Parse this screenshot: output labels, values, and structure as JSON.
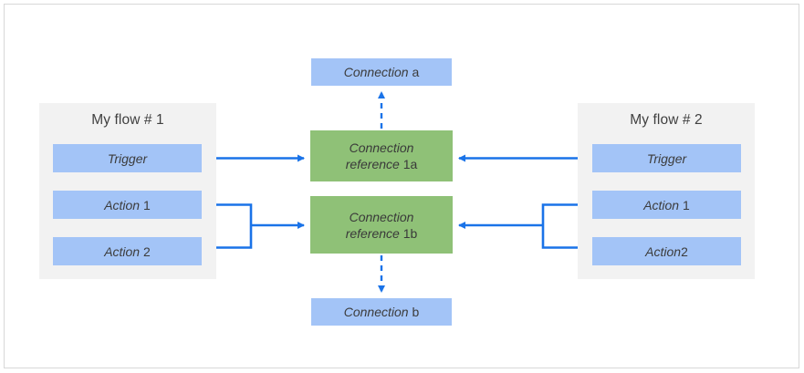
{
  "diagram": {
    "title_text": "",
    "colors": {
      "panel_bg": "#f2f2f2",
      "step_blue": "#a3c4f7",
      "reference_green": "#8fc177",
      "connector_blue": "#1a73e8",
      "frame_border": "#d8d8d8",
      "text": "#3c3c3c"
    }
  },
  "flows": [
    {
      "id": "flow-1",
      "title": "My flow # 1",
      "steps": [
        {
          "italic": "Trigger",
          "regular": ""
        },
        {
          "italic": "Action",
          "regular": " 1"
        },
        {
          "italic": "Action",
          "regular": " 2"
        }
      ]
    },
    {
      "id": "flow-2",
      "title": "My flow # 2",
      "steps": [
        {
          "italic": "Trigger",
          "regular": ""
        },
        {
          "italic": "Action",
          "regular": " 1"
        },
        {
          "italic": "Action",
          "regular": "2"
        }
      ]
    }
  ],
  "references": [
    {
      "id": "ref-1a",
      "italic_line1": "Connection",
      "italic_line2": "reference",
      "regular": " 1a"
    },
    {
      "id": "ref-1b",
      "italic_line1": "Connection",
      "italic_line2": "reference",
      "regular": " 1b"
    }
  ],
  "connections": [
    {
      "id": "connection-a",
      "italic": "Connection",
      "regular": " a"
    },
    {
      "id": "connection-b",
      "italic": "Connection",
      "regular": " b"
    }
  ],
  "edges": [
    {
      "name": "flow1-trigger-to-ref1a",
      "style": "solid",
      "direction": "right"
    },
    {
      "name": "flow1-actions-merge-to-ref1b",
      "style": "solid",
      "direction": "right"
    },
    {
      "name": "flow2-trigger-to-ref1a",
      "style": "solid",
      "direction": "left"
    },
    {
      "name": "flow2-actions-merge-to-ref1b",
      "style": "solid",
      "direction": "left"
    },
    {
      "name": "ref1a-to-connection-a",
      "style": "dashed",
      "direction": "up"
    },
    {
      "name": "ref1b-to-connection-b",
      "style": "dashed",
      "direction": "down"
    }
  ]
}
